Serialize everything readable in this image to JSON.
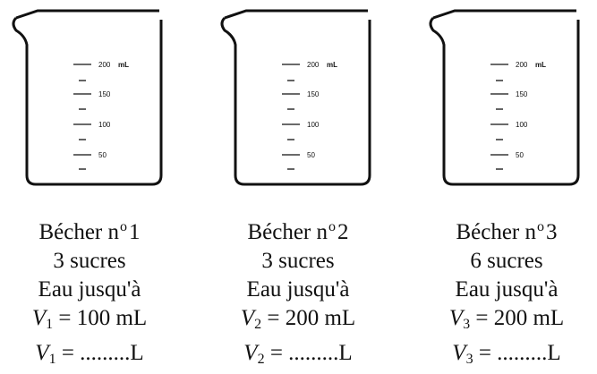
{
  "beakers": [
    {
      "title_prefix": "Bécher n",
      "degree": "o",
      "number": "1",
      "sugar": "3 sucres",
      "water": "Eau jusqu'à",
      "var": "V",
      "sub": "1",
      "volume_value": "= 100 mL",
      "conversion_value": "= .........L"
    },
    {
      "title_prefix": "Bécher n",
      "degree": "o",
      "number": "2",
      "sugar": "3 sucres",
      "water": "Eau jusqu'à",
      "var": "V",
      "sub": "2",
      "volume_value": "= 200 mL",
      "conversion_value": "= .........L"
    },
    {
      "title_prefix": "Bécher n",
      "degree": "o",
      "number": "3",
      "sugar": "6 sucres",
      "water": "Eau jusqu'à",
      "var": "V",
      "sub": "3",
      "volume_value": "= 200 mL",
      "conversion_value": "= .........L"
    }
  ],
  "scale": {
    "unit": "mL",
    "labels": [
      "200",
      "150",
      "100",
      "50"
    ]
  }
}
